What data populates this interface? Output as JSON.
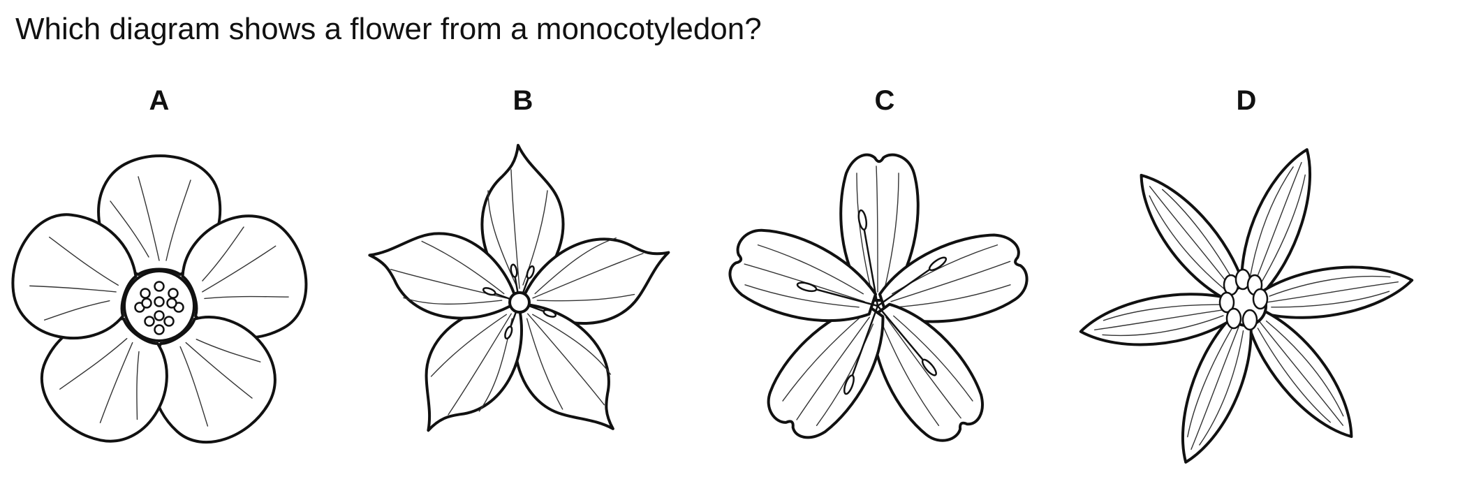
{
  "question": "Which diagram shows a flower from a monocotyledon?",
  "options": [
    {
      "label": "A",
      "flower_icon": "five-rounded-petal-flower-icon"
    },
    {
      "label": "B",
      "flower_icon": "five-pointed-petal-flower-icon"
    },
    {
      "label": "C",
      "flower_icon": "five-notched-petal-flower-icon"
    },
    {
      "label": "D",
      "flower_icon": "six-narrow-petal-flower-icon"
    }
  ]
}
